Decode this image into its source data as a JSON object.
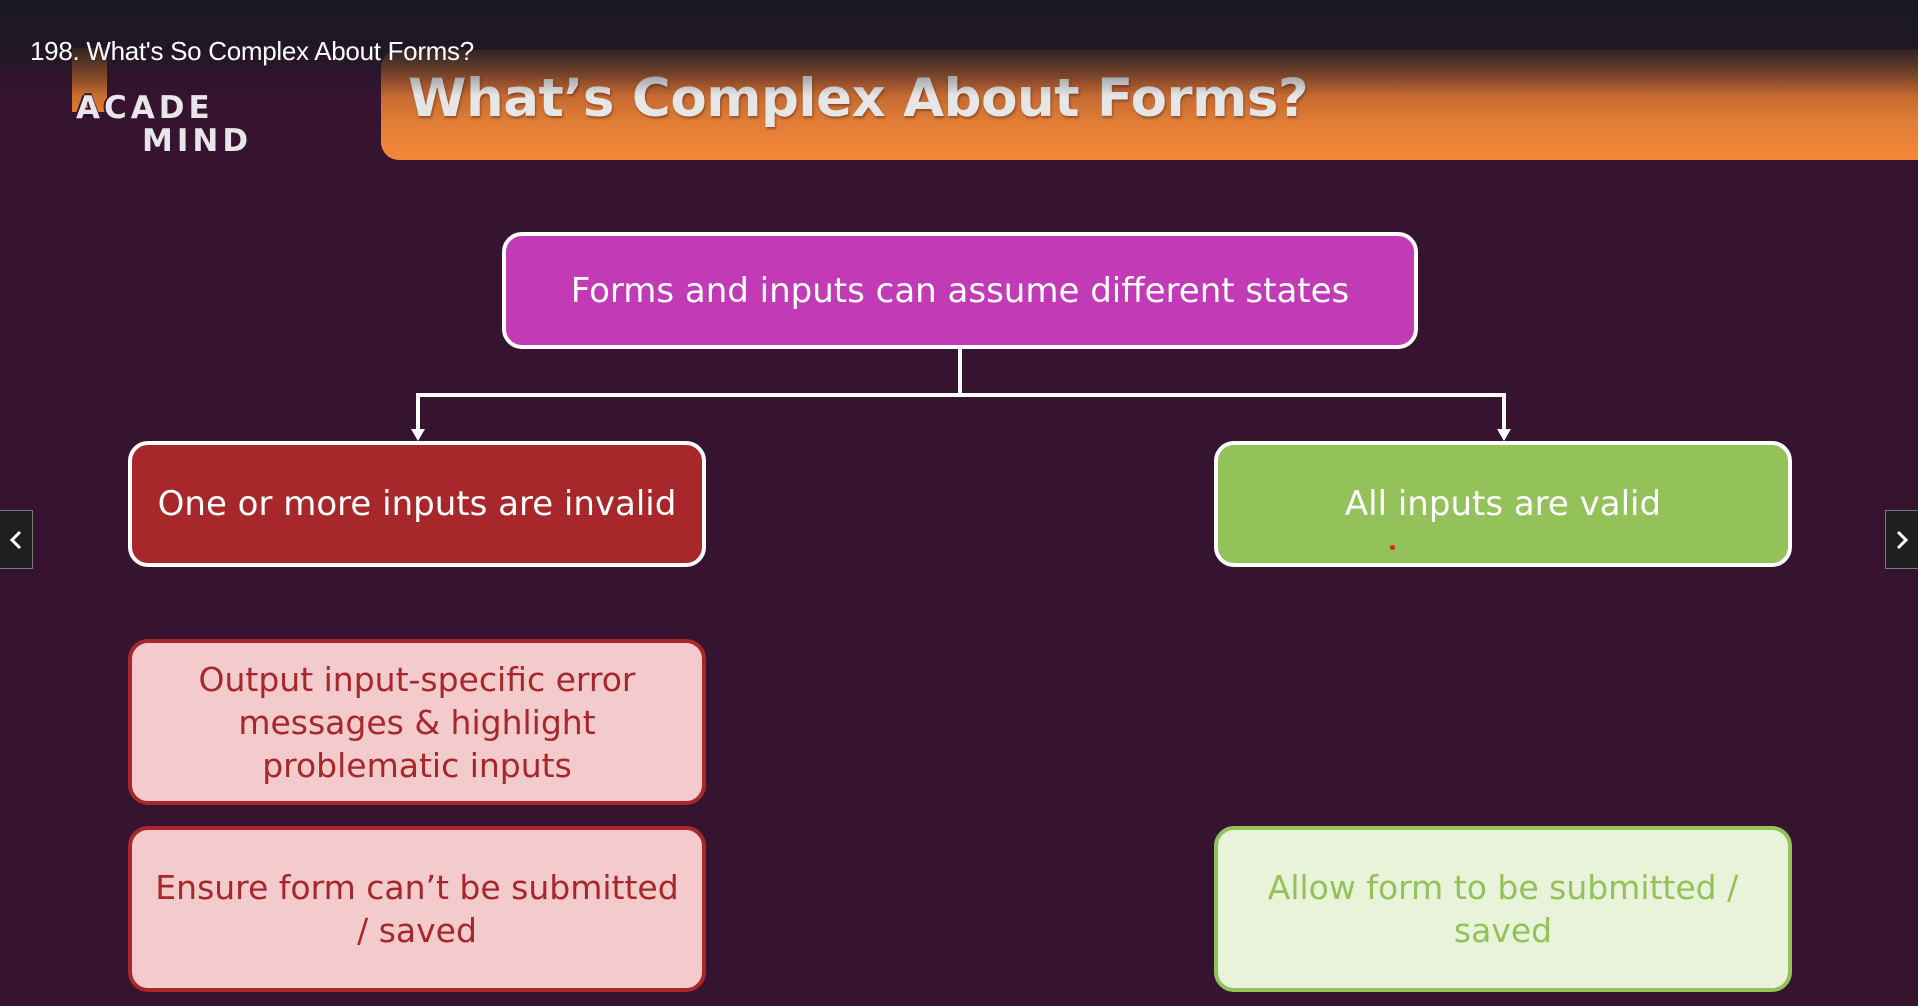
{
  "player": {
    "lecture_title": "198. What's So Complex About Forms?",
    "prev_icon": "chevron-left-icon",
    "next_icon": "chevron-right-icon"
  },
  "slide": {
    "logo": {
      "line1": "ACADE",
      "line2": "MIND"
    },
    "title": "What’s Complex About Forms?",
    "colors": {
      "background": "#36132f",
      "banner_orange": "#f6883a",
      "root_magenta": "#c23ab5",
      "invalid_red": "#a8272a",
      "valid_green": "#93c25a",
      "error_pink": "#f3cbcc",
      "success_light_green": "#e8f3da"
    },
    "diagram": {
      "root": "Forms and inputs can assume different states",
      "branches": [
        {
          "label": "One or more inputs are invalid",
          "consequences": [
            "Output input-specific error messages & highlight problematic inputs",
            "Ensure form can’t be submitted / saved"
          ]
        },
        {
          "label": "All inputs are valid",
          "consequences": [
            "Allow form to be submitted / saved"
          ]
        }
      ]
    }
  }
}
